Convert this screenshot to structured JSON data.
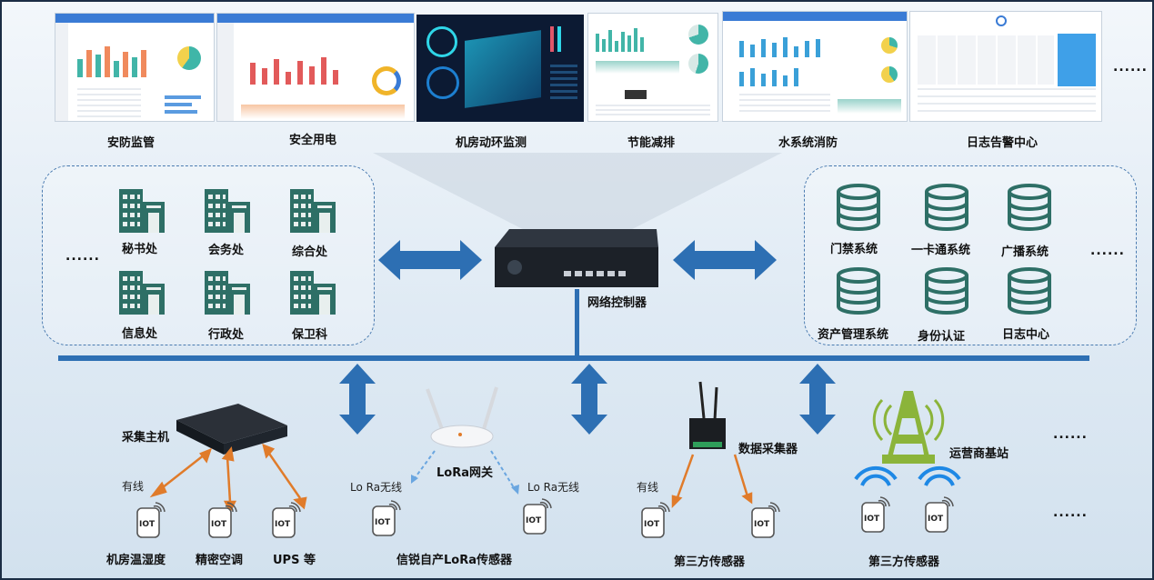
{
  "top_systems": [
    {
      "label": "安防监管"
    },
    {
      "label": "安全用电"
    },
    {
      "label": "机房动环监测"
    },
    {
      "label": "节能减排"
    },
    {
      "label": "水系统消防"
    },
    {
      "label": "日志告警中心"
    }
  ],
  "top_more": "......",
  "departments": {
    "items": [
      "秘书处",
      "会务处",
      "综合处",
      "信息处",
      "行政处",
      "保卫科"
    ],
    "more": "......"
  },
  "controller": {
    "label": "网络控制器"
  },
  "systems": {
    "items": [
      "门禁系统",
      "一卡通系统",
      "广播系统",
      "资产管理系统",
      "身份认证",
      "日志中心"
    ],
    "more": "......"
  },
  "collector_host": {
    "label": "采集主机",
    "wired": "有线",
    "sensors": [
      "机房温湿度",
      "精密空调",
      "UPS  等"
    ]
  },
  "lora": {
    "gateway": "LoRa网关",
    "left_link": "Lo Ra无线",
    "right_link": "Lo Ra无线",
    "caption": "信锐自产LoRa传感器"
  },
  "data_collector": {
    "label": "数据采集器",
    "wired": "有线",
    "caption": "第三方传感器"
  },
  "base_station": {
    "label": "运营商基站",
    "caption": "第三方传感器"
  },
  "iot_text": "IOT",
  "bottom_more": [
    "......",
    "......"
  ],
  "colors": {
    "accent": "#2b6cb0",
    "teal": "#2e6f66",
    "orange": "#e07b2a",
    "bus": "#2d6fb3"
  }
}
